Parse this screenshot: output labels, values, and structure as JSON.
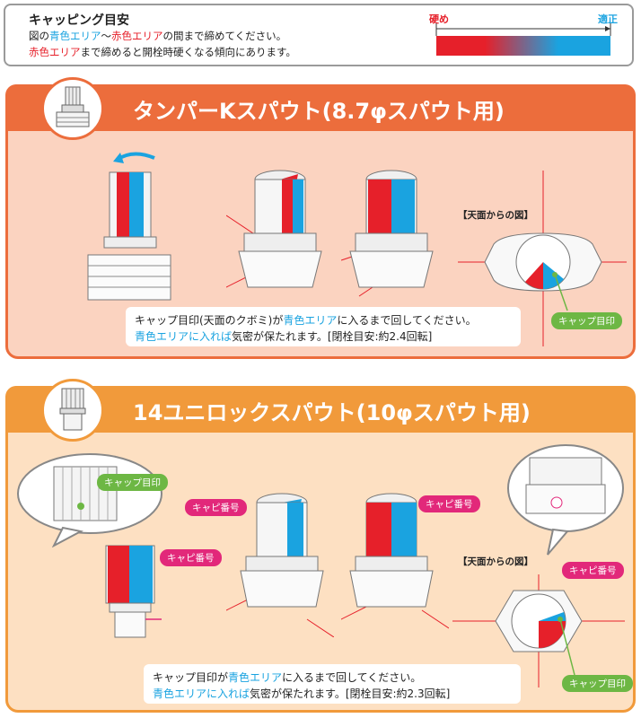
{
  "legend": {
    "title": "キャッピング目安",
    "line1": {
      "a": "図の",
      "b": "青色エリア",
      "c": "〜",
      "d": "赤色エリア",
      "e": "の間まで締めてください。"
    },
    "line2": {
      "a": "赤色エリア",
      "b": "まで締めると開栓時硬くなる傾向にあります。"
    },
    "hard_label": "硬め",
    "ok_label": "適正"
  },
  "section1": {
    "title": "タンパーKスパウト(8.7φスパウト用)",
    "top_view_label": "【天面からの図】",
    "cap_mark_tag": "キャップ目印",
    "note_line1": {
      "a": "キャップ目印(天面のクボミ)が",
      "b": "青色エリア",
      "c": "に入るまで回してください。"
    },
    "note_line2": {
      "a": "青色エリアに入れば",
      "b": "気密が保たれます。[閉栓目安:約2.4回転]"
    }
  },
  "section2": {
    "title": "14ユニロックスパウト(10φスパウト用)",
    "top_view_label": "【天面からの図】",
    "cap_mark_tag": "キャップ目印",
    "cap_number_tag": "キャピ番号",
    "note_line1": {
      "a": "キャップ目印が",
      "b": "青色エリア",
      "c": "に入るまで回してください。"
    },
    "note_line2": {
      "a": "青色エリアに入れば",
      "b": "気密が保たれます。[閉栓目安:約2.3回転]"
    }
  },
  "colors": {
    "red": "#e6202a",
    "blue": "#1aa3e0",
    "orange1": "#ec6d3c",
    "orange2": "#f19a3b",
    "green": "#6db744",
    "pink": "#e2287a"
  }
}
